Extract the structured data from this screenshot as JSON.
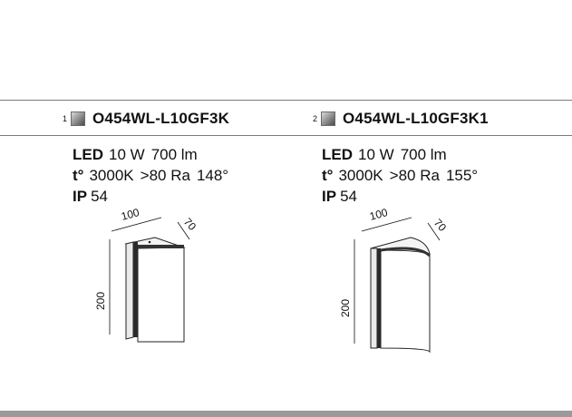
{
  "products": [
    {
      "index": "1",
      "code": "O454WL-L10GF3K",
      "led_label": "LED",
      "power": "10 W",
      "flux": "700 lm",
      "temp_label": "t°",
      "cct": "3000K",
      "cri": ">80 Ra",
      "beam": "148°",
      "ip_label": "IP",
      "ip_value": "54",
      "dims": {
        "width": "100",
        "depth": "70",
        "height": "200"
      }
    },
    {
      "index": "2",
      "code": "O454WL-L10GF3K1",
      "led_label": "LED",
      "power": "10 W",
      "flux": "700 lm",
      "temp_label": "t°",
      "cct": "3000K",
      "cri": ">80 Ra",
      "beam": "155°",
      "ip_label": "IP",
      "ip_value": "54",
      "dims": {
        "width": "100",
        "depth": "70",
        "height": "200"
      }
    }
  ],
  "colors": {
    "rule": "#7a7a7a",
    "footer": "#9a9a9a",
    "ink": "#111111"
  },
  "icons": {
    "finish_swatch": "gradient-swatch-icon"
  }
}
